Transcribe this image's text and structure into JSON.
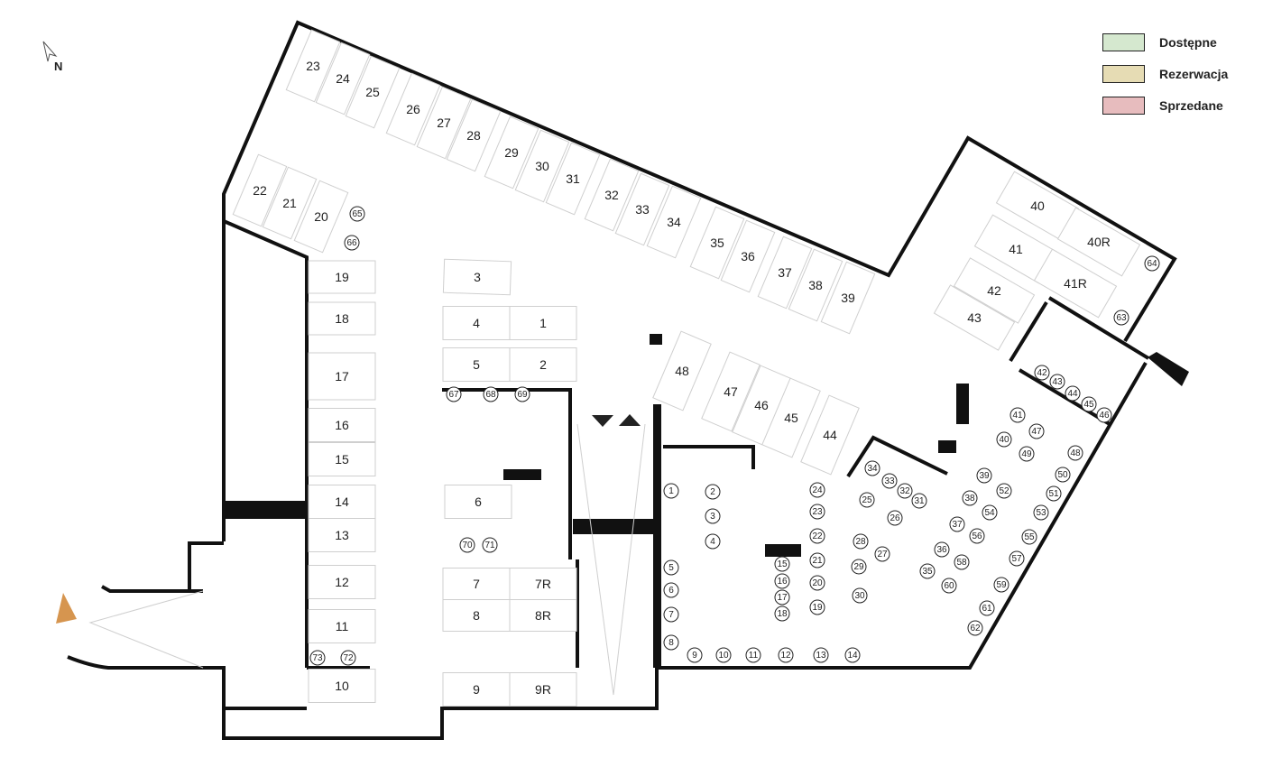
{
  "north_label": "N",
  "legend": [
    {
      "label": "Dostępne",
      "color": "#d5e8cf"
    },
    {
      "label": "Rezerwacja",
      "color": "#e6dcb4"
    },
    {
      "label": "Sprzedane",
      "color": "#e7bcbe"
    }
  ],
  "colors": {
    "wall": "#111111",
    "space_outline": "#cfcfcf",
    "entrance_arrow": "#d6954f",
    "ramp_arrow": "#222222"
  },
  "parking_spaces": [
    "23",
    "24",
    "25",
    "26",
    "27",
    "28",
    "29",
    "30",
    "31",
    "32",
    "33",
    "34",
    "35",
    "36",
    "37",
    "38",
    "39",
    "22",
    "21",
    "20",
    "48",
    "47",
    "46",
    "45",
    "44",
    "40",
    "40R",
    "41",
    "41R",
    "42",
    "43",
    "19",
    "18",
    "17",
    "16",
    "15",
    "14",
    "13",
    "12",
    "11",
    "10",
    "3",
    "4",
    "1",
    "5",
    "2",
    "6",
    "7",
    "7R",
    "8",
    "8R",
    "9",
    "9R"
  ],
  "storage_units": [
    "65",
    "66",
    "67",
    "68",
    "69",
    "70",
    "71",
    "72",
    "73",
    "1",
    "2",
    "3",
    "4",
    "5",
    "6",
    "7",
    "8",
    "9",
    "10",
    "11",
    "12",
    "13",
    "14",
    "15",
    "16",
    "17",
    "18",
    "19",
    "20",
    "21",
    "22",
    "23",
    "24",
    "25",
    "26",
    "27",
    "28",
    "29",
    "30",
    "31",
    "32",
    "33",
    "34",
    "35",
    "36",
    "37",
    "38",
    "39",
    "40",
    "41",
    "42",
    "43",
    "44",
    "45",
    "46",
    "47",
    "48",
    "49",
    "50",
    "51",
    "52",
    "53",
    "54",
    "55",
    "56",
    "57",
    "58",
    "59",
    "60",
    "61",
    "62",
    "63",
    "64"
  ]
}
